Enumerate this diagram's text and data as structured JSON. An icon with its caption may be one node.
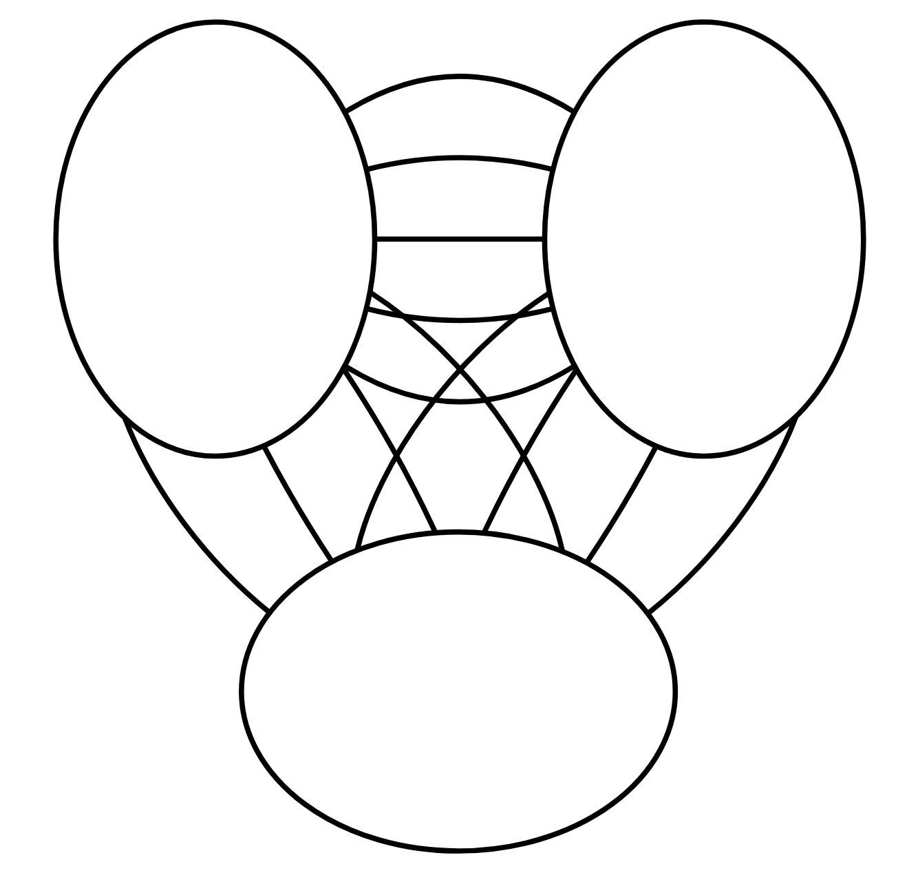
{
  "diagram": {
    "nodes": [
      {
        "text": [],
        "shape": "ellipse"
      },
      {
        "text": [],
        "shape": "ellipse"
      },
      {
        "text": [],
        "shape": "ellipse"
      }
    ],
    "edges": [
      {
        "from": 0,
        "to": 1,
        "arrow": "none"
      },
      {
        "from": 0,
        "to": 1,
        "arrow": "none"
      },
      {
        "from": 0,
        "to": 1,
        "arrow": "none"
      },
      {
        "from": 0,
        "to": 1,
        "arrow": "none"
      },
      {
        "from": 0,
        "to": 1,
        "arrow": "none"
      },
      {
        "from": 0,
        "to": 2,
        "arrow": "none"
      },
      {
        "from": 0,
        "to": 2,
        "arrow": "none"
      },
      {
        "from": 0,
        "to": 2,
        "arrow": "none"
      },
      {
        "from": 0,
        "to": 2,
        "arrow": "none"
      },
      {
        "from": 1,
        "to": 2,
        "arrow": "none"
      },
      {
        "from": 1,
        "to": 2,
        "arrow": "none"
      },
      {
        "from": 1,
        "to": 2,
        "arrow": "none"
      },
      {
        "from": 1,
        "to": 2,
        "arrow": "none"
      }
    ]
  }
}
